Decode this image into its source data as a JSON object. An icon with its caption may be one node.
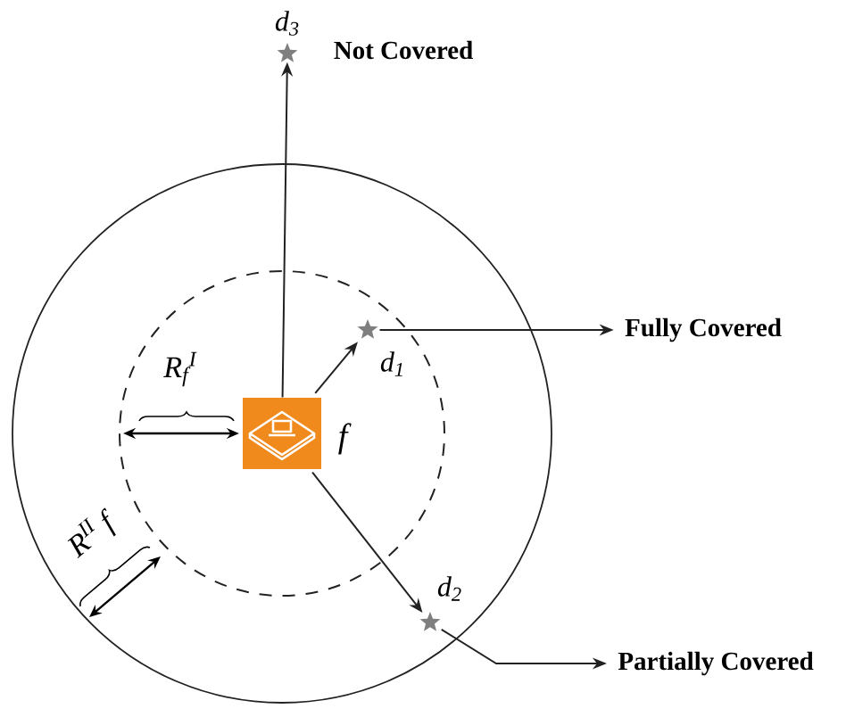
{
  "diagram": {
    "nodes": [
      {
        "text": [],
        "shape": "star",
        "beside": [
          "d$_{3}$",
          "Not Covered"
        ]
      },
      {
        "text": [],
        "shape": "star",
        "beside": [
          "d$_{1}$"
        ]
      },
      {
        "text": [
          "Fully Covered"
        ]
      },
      {
        "text": [],
        "shape": "box",
        "beside": [
          "f"
        ]
      },
      {
        "text": [],
        "shape": "star",
        "beside": [
          "d$_{2}$"
        ]
      },
      {
        "text": [
          "Partially Covered"
        ]
      }
    ],
    "edges": [
      {
        "from": 3,
        "to": 0,
        "arrow": "to"
      },
      {
        "from": 3,
        "to": 1,
        "arrow": "to"
      },
      {
        "from": 1,
        "to": 2,
        "arrow": "to"
      },
      {
        "from": 3,
        "to": 4,
        "arrow": "to"
      },
      {
        "from": 4,
        "to": 5,
        "arrow": "to"
      }
    ],
    "labels": [
      "R$_{f}$$^{I}$",
      "R$^{II}$ f"
    ]
  }
}
